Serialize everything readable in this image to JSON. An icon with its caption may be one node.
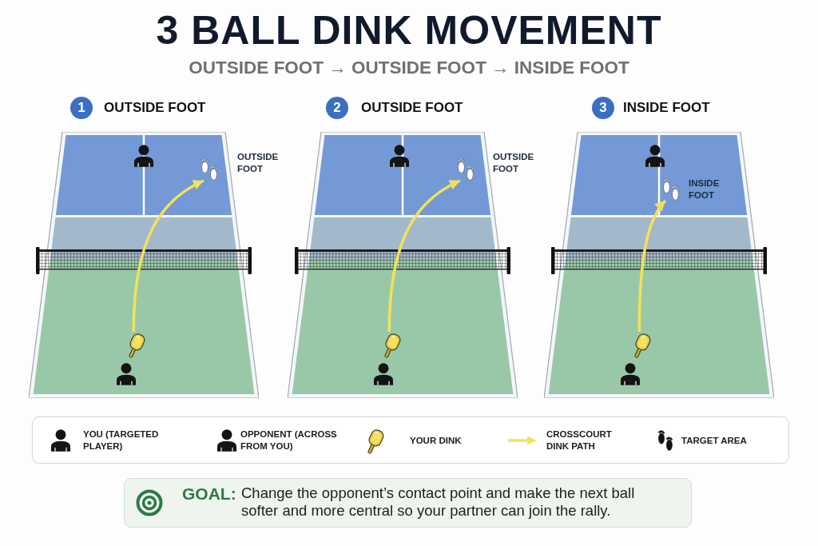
{
  "diagram": {
    "title": "3 BALL DINK MOVEMENT",
    "nodes": [
      {
        "text": [
          "1"
        ]
      },
      {
        "text": [
          "OUTSIDE FOOT"
        ]
      },
      {
        "text": [],
        "shape": "picture",
        "in": 1,
        "beside": [
          "OUTSIDE FOOT"
        ]
      },
      {
        "text": [],
        "shape": "picture",
        "in": 1
      },
      {
        "text": [
          "2"
        ]
      },
      {
        "text": [
          "OUTSIDE FOOT"
        ]
      },
      {
        "text": [],
        "shape": "picture",
        "in": 5,
        "beside": [
          "OUTSIDE FOOT"
        ]
      },
      {
        "text": [],
        "shape": "picture",
        "in": 5
      },
      {
        "text": [
          "3"
        ]
      },
      {
        "text": [
          "INSIDE FOOT"
        ]
      },
      {
        "text": [],
        "shape": "picture",
        "in": 9,
        "beside": [
          "INSIDE FOOT"
        ]
      },
      {
        "text": [],
        "shape": "picture",
        "in": 9
      },
      {
        "text": [
          "GOAL:",
          "Change the opponent’s contact point and make the next ball softer and more central so your partner can join the rally."
        ]
      }
    ],
    "edges": [
      {
        "from": 3,
        "to": 2,
        "arrow": "to"
      },
      {
        "from": 7,
        "to": 6,
        "arrow": "to"
      },
      {
        "from": 11,
        "to": 10,
        "arrow": "to"
      }
    ],
    "labels": [
      "OUTSIDE FOOT → OUTSIDE FOOT → INSIDE FOOT"
    ],
    "legend": [
      {
        "text": "YOU (TARGETED PLAYER)"
      },
      {
        "text": "OPPONENT (ACROSS FROM YOU)"
      },
      {
        "text": "YOUR DINK"
      },
      {
        "text": "CROSSCOURT DINK PATH"
      },
      {
        "text": "TARGET AREA"
      }
    ]
  }
}
